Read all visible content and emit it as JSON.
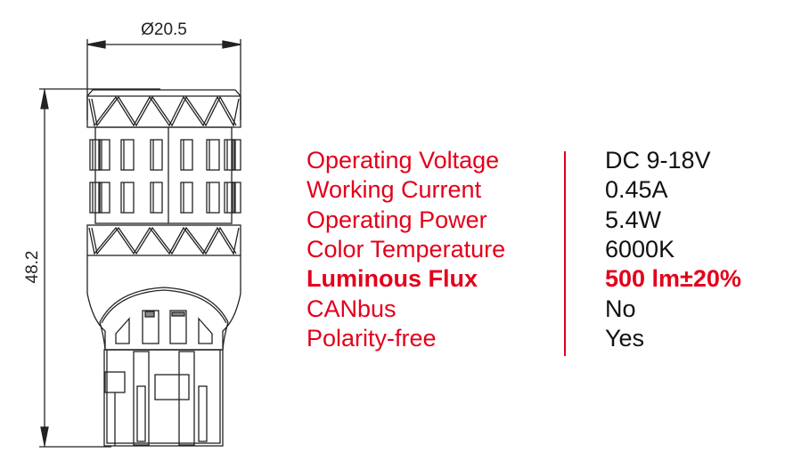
{
  "drawing": {
    "diameter_label": "Ø20.5",
    "height_label": "48.2"
  },
  "specs": [
    {
      "label": "Operating Voltage",
      "value": "DC 9-18V",
      "highlight": false
    },
    {
      "label": "Working Current",
      "value": "0.45A",
      "highlight": false
    },
    {
      "label": "Operating Power",
      "value": "5.4W",
      "highlight": false
    },
    {
      "label": "Color Temperature",
      "value": "6000K",
      "highlight": false
    },
    {
      "label": "Luminous Flux",
      "value": "500 lm±20%",
      "highlight": true
    },
    {
      "label": "CANbus",
      "value": "No",
      "highlight": false
    },
    {
      "label": "Polarity-free",
      "value": "Yes",
      "highlight": false
    }
  ],
  "colors": {
    "accent": "#e3001b",
    "text": "#111111",
    "line": "#222222"
  }
}
